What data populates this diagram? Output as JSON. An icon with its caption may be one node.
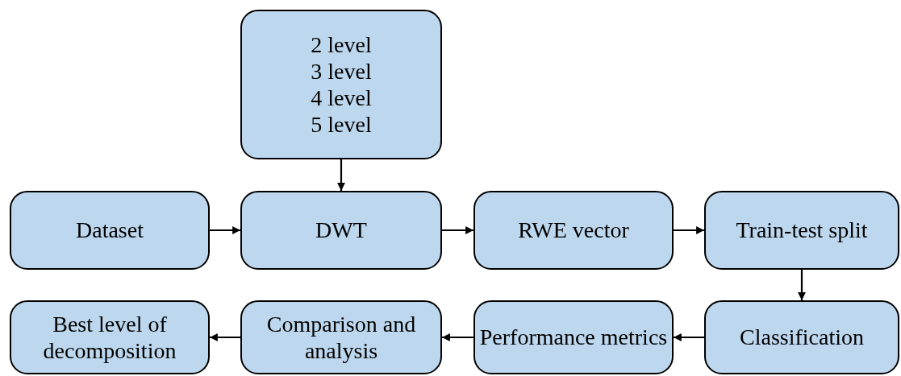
{
  "diagram": {
    "nodes": [
      {
        "text": [
          "2 level",
          "3 level",
          "4 level",
          "5 level"
        ]
      },
      {
        "text": [
          "Dataset"
        ]
      },
      {
        "text": [
          "DWT"
        ]
      },
      {
        "text": [
          "RWE vector"
        ]
      },
      {
        "text": [
          "Train-test split"
        ]
      },
      {
        "text": [
          "Classification"
        ]
      },
      {
        "text": [
          "Performance metrics"
        ]
      },
      {
        "text": [
          "Comparison and analysis"
        ]
      },
      {
        "text": [
          "Best level of decomposition"
        ]
      }
    ],
    "edges": [
      {
        "from": 0,
        "to": 2,
        "arrow": "to"
      },
      {
        "from": 1,
        "to": 2,
        "arrow": "to"
      },
      {
        "from": 2,
        "to": 3,
        "arrow": "to"
      },
      {
        "from": 3,
        "to": 4,
        "arrow": "to"
      },
      {
        "from": 4,
        "to": 5,
        "arrow": "to"
      },
      {
        "from": 5,
        "to": 6,
        "arrow": "to"
      },
      {
        "from": 6,
        "to": 7,
        "arrow": "to"
      },
      {
        "from": 7,
        "to": 8,
        "arrow": "to"
      }
    ]
  }
}
